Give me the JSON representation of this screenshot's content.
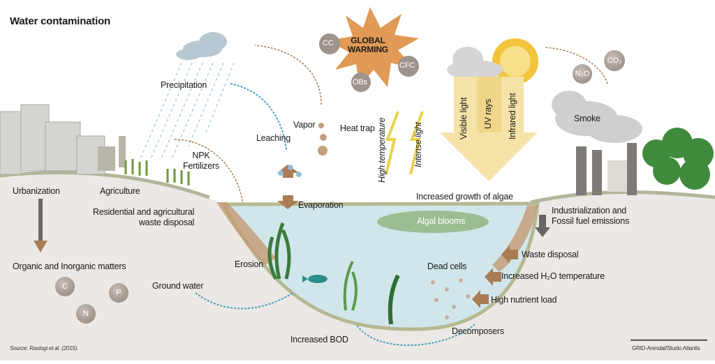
{
  "title": "Water contamination",
  "labels": {
    "precipitation": "Precipitation",
    "leaching": "Leaching",
    "vapor": "Vapor",
    "heat_trap": "Heat trap",
    "high_temperature": "High temperature",
    "intense_light": "Intense light",
    "visible_light": "Visible light",
    "uv_rays": "UV rays",
    "infrared_light": "Infrared light",
    "smoke": "Smoke",
    "npk_line1": "NPK",
    "npk_line2": "Fertilizers",
    "urbanization": "Urbanization",
    "agriculture": "Agriculture",
    "evaporation": "Evaporation",
    "algae_growth": "Increased growth of algae",
    "waste_line1": "Residential and agricultural",
    "waste_line2": "waste disposal",
    "industry_line1": "Industrialization and",
    "industry_line2": "Fossil fuel emissions",
    "algal_blooms": "Algal blooms",
    "waste_disposal": "Waste disposal",
    "organic": "Organic and Inorganic matters",
    "erosion": "Erosion",
    "dead_cells": "Dead cells",
    "h2o_temp": "Increased H₂O temperature",
    "ground_water": "Ground water",
    "nutrient_load": "High nutrient load",
    "decomposers": "Decomposers",
    "bod": "Increased BOD"
  },
  "global_warming": {
    "line1": "GLOBAL",
    "line2": "WARMING",
    "gases": [
      "CC",
      "CFC",
      "OBs"
    ]
  },
  "emissions": [
    "N₂O",
    "CO₂"
  ],
  "nutrients": [
    "C",
    "P",
    "N"
  ],
  "source": "Source: Rastogi et al. (2015).",
  "credit": "GRID-Arendal/Studio Atlantis",
  "colors": {
    "background": "#ebe8e5",
    "water": "#cfe5ea",
    "land": "#b9b19f",
    "arrow": "#a97c55",
    "sun": "#f3c53c"
  }
}
